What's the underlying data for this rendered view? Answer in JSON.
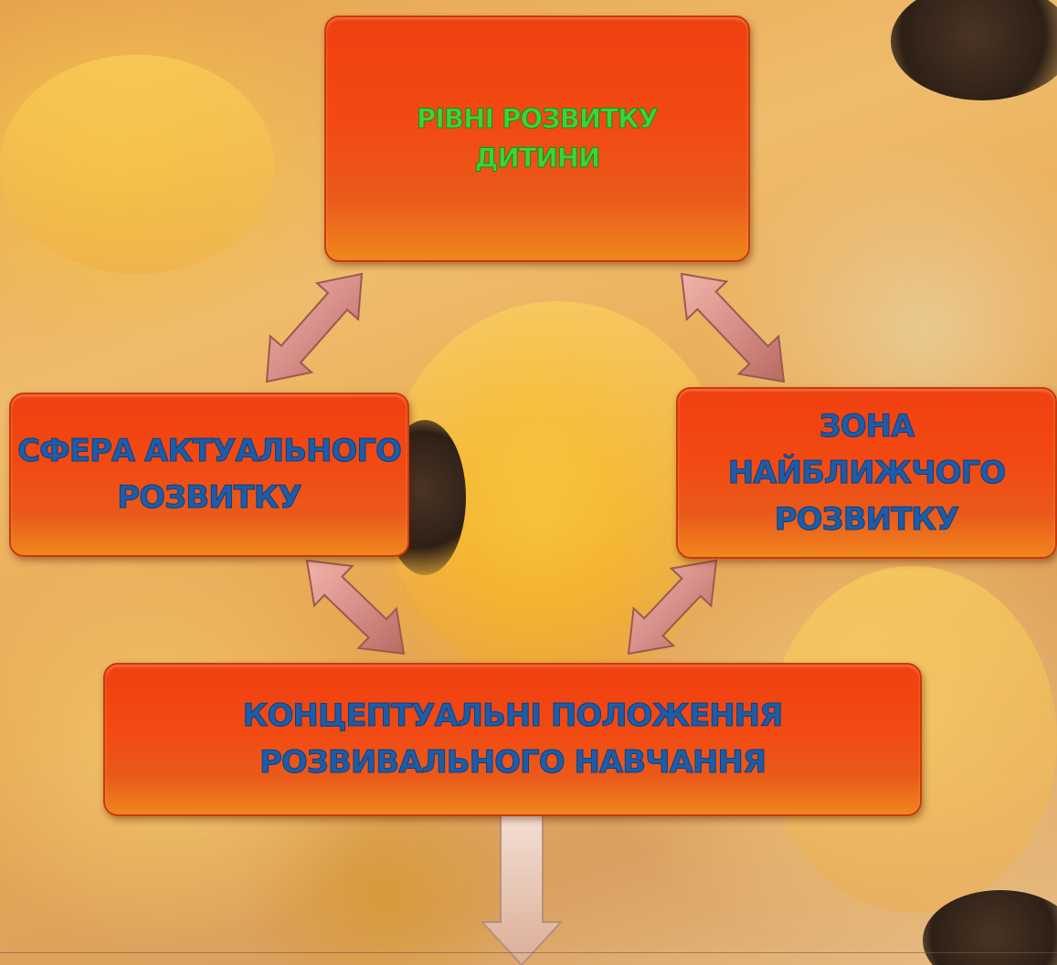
{
  "nodes": {
    "levels": "РІВНІ РОЗВИТКУ\nДИТИНИ",
    "actual_sphere": "СФЕРА АКТУАЛЬНОГО\nРОЗВИТКУ",
    "proximal_zone": "ЗОНА НАЙБЛИЖЧОГО\nРОЗВИТКУ",
    "concepts": "КОНЦЕПТУАЛЬНІ ПОЛОЖЕННЯ\nРОЗВИВАЛЬНОГО НАВЧАННЯ"
  },
  "colors": {
    "node_fill": "#f04010",
    "title_text": "#3fd23a",
    "body_text": "#1e5ca8",
    "arrow_fill": "#d8908a"
  },
  "connections": [
    {
      "from": "levels",
      "to": "actual_sphere",
      "type": "double-arrow"
    },
    {
      "from": "levels",
      "to": "proximal_zone",
      "type": "double-arrow"
    },
    {
      "from": "actual_sphere",
      "to": "concepts",
      "type": "double-arrow"
    },
    {
      "from": "proximal_zone",
      "to": "concepts",
      "type": "double-arrow"
    },
    {
      "from": "concepts",
      "to": "below",
      "type": "arrow-down"
    }
  ]
}
